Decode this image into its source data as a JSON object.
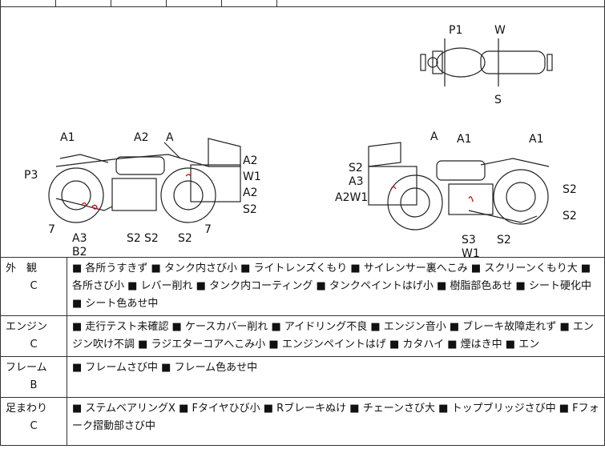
{
  "diagram": {
    "labels": {
      "top_P1": "P1",
      "top_W": "W",
      "top_S": "S",
      "l_A1": "A1",
      "l_A2top": "A2",
      "l_A": "A",
      "l_P3": "P3",
      "l_A2a": "A2",
      "l_W1": "W1",
      "l_A2b": "A2",
      "l_S2r": "S2",
      "l_7a": "7",
      "l_7b": "7",
      "l_A3": "A3",
      "l_B2": "B2",
      "l_S2a": "S2",
      "l_S2b": "S2",
      "l_S2c": "S2",
      "r_A": "A",
      "r_A1a": "A1",
      "r_A1b": "A1",
      "r_S2": "S2",
      "r_A3": "A3",
      "r_A2W1": "A2W1",
      "r_S2c": "S2",
      "r_S2d": "S2",
      "r_S3": "S3",
      "r_W1": "W1",
      "r_S2e": "S2"
    }
  },
  "sections": [
    {
      "name": "外　観",
      "grade": "C",
      "text": "■ 各所うすきず ■ タンク内さび小 ■ ライトレンズくもり ■ サイレンサー裏へこみ ■ スクリーンくもり大 ■ 各所さび小 ■ レバー削れ ■ タンク内コーティング ■ タンクペイントはげ小 ■ 樹脂部色あせ ■ シート硬化中 ■ シート色あせ中"
    },
    {
      "name": "エンジン",
      "grade": "C",
      "text": "■ 走行テスト未確認 ■ ケースカバー削れ ■ アイドリング不良 ■ エンジン音小 ■ ブレーキ故障走れず ■ エンジン吹け不調 ■ ラジエターコアへこみ小 ■ エンジンペイントはげ ■ カタハイ ■ 煙はき中 ■ エン"
    },
    {
      "name": "フレーム",
      "grade": "B",
      "text": "■ フレームさび中 ■ フレーム色あせ中"
    },
    {
      "name": "足まわり",
      "grade": "C",
      "text": "■ ステムベアリングX ■ Fタイヤひび小 ■ Rブレーキぬけ ■ チェーンさび大 ■ トップブリッジさび中 ■ Fフォーク摺動部さび中"
    }
  ]
}
